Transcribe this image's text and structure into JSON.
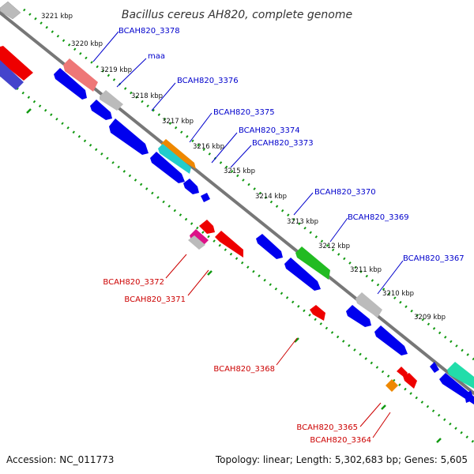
{
  "header": {
    "title": "Bacillus cereus AH820, complete genome"
  },
  "footer": {
    "accession": "Accession: NC_011773",
    "summary": "Topology: linear; Length: 5,302,683 bp; Genes: 5,605"
  },
  "ticks": [
    "3221 kbp",
    "3220 kbp",
    "3219 kbp",
    "3218 kbp",
    "3217 kbp",
    "3216 kbp",
    "3215 kbp",
    "3214 kbp",
    "3213 kbp",
    "3212 kbp",
    "3211 kbp",
    "3210 kbp",
    "3209 kbp"
  ],
  "top_labels": [
    "BCAH820_3378",
    "maa",
    "BCAH820_3376",
    "BCAH820_3375",
    "BCAH820_3374",
    "BCAH820_3373",
    "BCAH820_3370",
    "BCAH820_3369",
    "BCAH820_3367"
  ],
  "bottom_labels": [
    "BCAH820_3372",
    "BCAH820_3371",
    "BCAH820_3368",
    "BCAH820_3365",
    "BCAH820_3364"
  ],
  "colors": {
    "gene_blue": "#0000ee",
    "gene_red": "#ee0000",
    "gene_green": "#22bb22",
    "gene_grey": "#bbbbbb",
    "gene_orange": "#ee8800",
    "gene_cyan": "#22cccc",
    "gene_pink": "#ee7777",
    "gene_magenta": "#dd1188",
    "gene_teal": "#22ddaa",
    "backbone": "#777777",
    "dotted_guide": "#119911",
    "label_forward": "#0000cc",
    "label_reverse": "#cc0000"
  }
}
